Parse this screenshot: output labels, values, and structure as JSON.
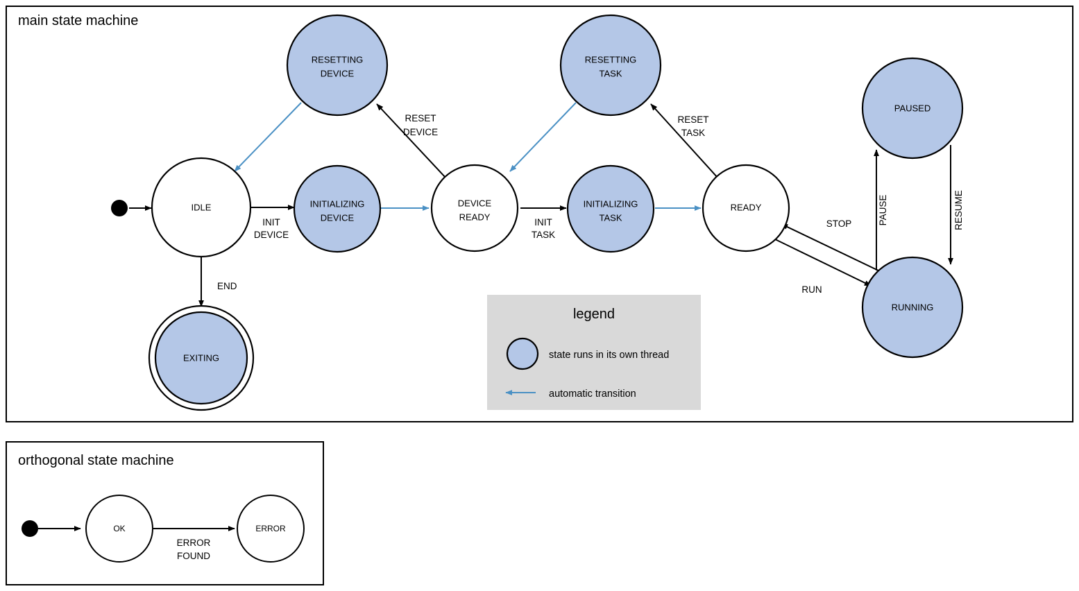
{
  "main_box": {
    "title": "main state machine",
    "states": [
      {
        "id": "idle",
        "label": "IDLE",
        "threaded": false,
        "final": false
      },
      {
        "id": "resetting-device",
        "label": "RESETTING\nDEVICE",
        "line1": "RESETTING",
        "line2": "DEVICE",
        "threaded": true,
        "final": false
      },
      {
        "id": "initializing-device",
        "label": "INITIALIZING\nDEVICE",
        "line1": "INITIALIZING",
        "line2": "DEVICE",
        "threaded": true,
        "final": false
      },
      {
        "id": "device-ready",
        "label": "DEVICE\nREADY",
        "line1": "DEVICE",
        "line2": "READY",
        "threaded": false,
        "final": false
      },
      {
        "id": "resetting-task",
        "label": "RESETTING\nTASK",
        "line1": "RESETTING",
        "line2": "TASK",
        "threaded": true,
        "final": false
      },
      {
        "id": "initializing-task",
        "label": "INITIALIZING\nTASK",
        "line1": "INITIALIZING",
        "line2": "TASK",
        "threaded": true,
        "final": false
      },
      {
        "id": "ready",
        "label": "READY",
        "threaded": false,
        "final": false
      },
      {
        "id": "paused",
        "label": "PAUSED",
        "threaded": true,
        "final": false
      },
      {
        "id": "running",
        "label": "RUNNING",
        "threaded": true,
        "final": false
      },
      {
        "id": "exiting",
        "label": "EXITING",
        "threaded": true,
        "final": true
      }
    ],
    "transitions": [
      {
        "id": "start-idle",
        "from": "start",
        "to": "idle",
        "label": "",
        "auto": false
      },
      {
        "id": "idle-initializing-device",
        "from": "idle",
        "to": "initializing-device",
        "label": "INIT\nDEVICE",
        "line1": "INIT",
        "line2": "DEVICE",
        "auto": false
      },
      {
        "id": "initializing-device-device-ready",
        "from": "initializing-device",
        "to": "device-ready",
        "label": "",
        "auto": true
      },
      {
        "id": "device-ready-resetting-device",
        "from": "device-ready",
        "to": "resetting-device",
        "label": "RESET\nDEVICE",
        "line1": "RESET",
        "line2": "DEVICE",
        "auto": false
      },
      {
        "id": "resetting-device-idle",
        "from": "resetting-device",
        "to": "idle",
        "label": "",
        "auto": true
      },
      {
        "id": "device-ready-initializing-task",
        "from": "device-ready",
        "to": "initializing-task",
        "label": "INIT\nTASK",
        "line1": "INIT",
        "line2": "TASK",
        "auto": false
      },
      {
        "id": "initializing-task-ready",
        "from": "initializing-task",
        "to": "ready",
        "label": "",
        "auto": true
      },
      {
        "id": "ready-resetting-task",
        "from": "ready",
        "to": "resetting-task",
        "label": "RESET\nTASK",
        "line1": "RESET",
        "line2": "TASK",
        "auto": false
      },
      {
        "id": "resetting-task-device-ready",
        "from": "resetting-task",
        "to": "device-ready",
        "label": "",
        "auto": true
      },
      {
        "id": "ready-running",
        "from": "ready",
        "to": "running",
        "label": "RUN",
        "auto": false
      },
      {
        "id": "running-ready",
        "from": "running",
        "to": "ready",
        "label": "STOP",
        "auto": false
      },
      {
        "id": "running-paused",
        "from": "running",
        "to": "paused",
        "label": "PAUSE",
        "auto": false,
        "rotated": true
      },
      {
        "id": "paused-running",
        "from": "paused",
        "to": "running",
        "label": "RESUME",
        "auto": false,
        "rotated": true
      },
      {
        "id": "idle-exiting",
        "from": "idle",
        "to": "exiting",
        "label": "END",
        "auto": false
      }
    ],
    "legend": {
      "title": "legend",
      "items": [
        {
          "id": "legend-thread",
          "symbol": "filled-circle",
          "text": "state runs in its own thread"
        },
        {
          "id": "legend-auto",
          "symbol": "blue-left-arrow",
          "text": "automatic transition"
        }
      ]
    }
  },
  "orthogonal_box": {
    "title": "orthogonal state machine",
    "states": [
      {
        "id": "ok",
        "label": "OK",
        "threaded": false,
        "final": false
      },
      {
        "id": "error",
        "label": "ERROR",
        "threaded": false,
        "final": false
      }
    ],
    "transitions": [
      {
        "id": "start-ok",
        "from": "start",
        "to": "ok",
        "label": "",
        "auto": false
      },
      {
        "id": "ok-error",
        "from": "ok",
        "to": "error",
        "label": "ERROR\nFOUND",
        "line1": "ERROR",
        "line2": "FOUND",
        "auto": false
      }
    ]
  },
  "colors": {
    "thread_fill": "#b4c7e7",
    "auto_transition": "#4a90c4",
    "legend_bg": "#d9d9d9",
    "stroke": "#000000",
    "background": "#ffffff"
  }
}
